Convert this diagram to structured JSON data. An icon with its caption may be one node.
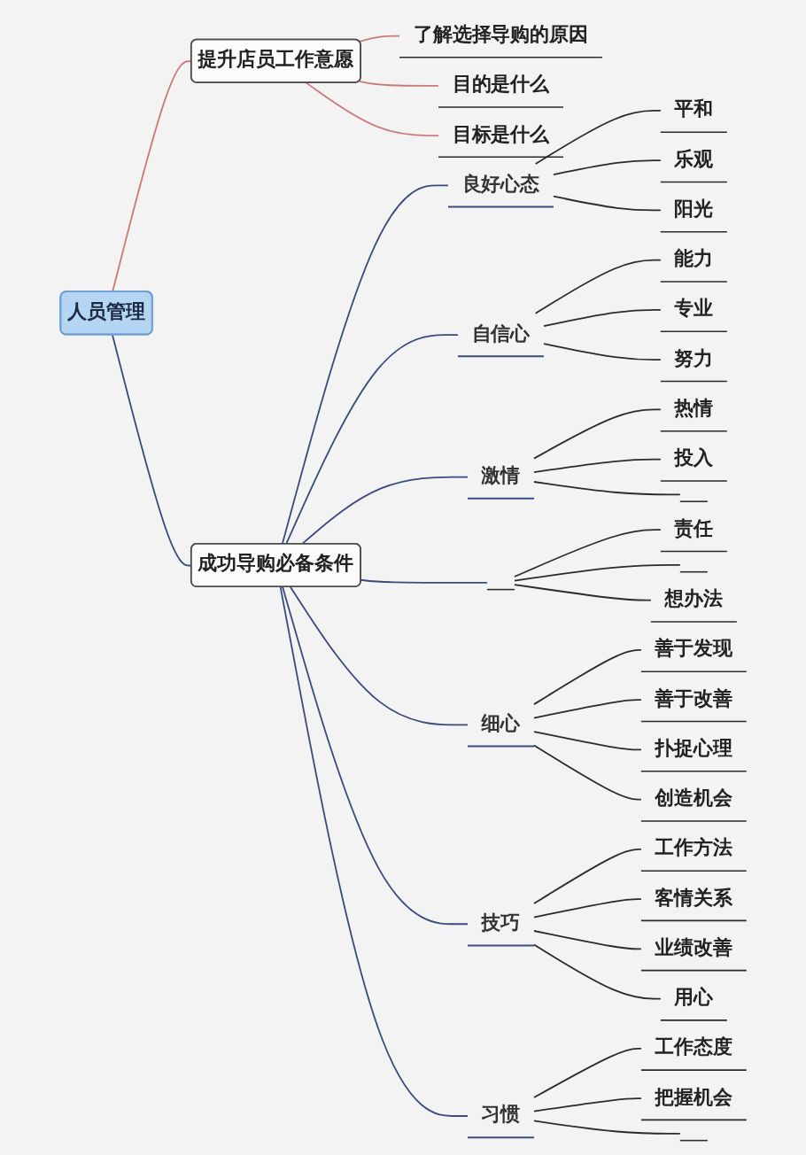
{
  "diagram": {
    "nodes": [
      {
        "text": [
          "人员管理"
        ]
      },
      {
        "text": [
          "提升店员工作意愿"
        ]
      },
      {
        "text": [
          "了解选择导购的原因"
        ]
      },
      {
        "text": [
          "目的是什么"
        ]
      },
      {
        "text": [
          "目标是什么"
        ]
      },
      {
        "text": [
          "成功导购必备条件"
        ]
      },
      {
        "text": [
          "良好心态"
        ]
      },
      {
        "text": [
          "平和"
        ]
      },
      {
        "text": [
          "乐观"
        ]
      },
      {
        "text": [
          "阳光"
        ]
      },
      {
        "text": [
          "自信心"
        ]
      },
      {
        "text": [
          "能力"
        ]
      },
      {
        "text": [
          "专业"
        ]
      },
      {
        "text": [
          "努力"
        ]
      },
      {
        "text": [
          "激情"
        ]
      },
      {
        "text": [
          "热情"
        ]
      },
      {
        "text": [
          "投入"
        ]
      },
      {
        "text": [],
        "shape": "bar"
      },
      {
        "text": [],
        "shape": "bar"
      },
      {
        "text": [
          "责任"
        ]
      },
      {
        "text": [],
        "shape": "bar"
      },
      {
        "text": [
          "想办法"
        ]
      },
      {
        "text": [
          "细心"
        ]
      },
      {
        "text": [
          "善于发现"
        ]
      },
      {
        "text": [
          "善于改善"
        ]
      },
      {
        "text": [
          "扑捉心理"
        ]
      },
      {
        "text": [
          "创造机会"
        ]
      },
      {
        "text": [
          "技巧"
        ]
      },
      {
        "text": [
          "工作方法"
        ]
      },
      {
        "text": [
          "客情关系"
        ]
      },
      {
        "text": [
          "业绩改善"
        ]
      },
      {
        "text": [
          "用心"
        ]
      },
      {
        "text": [
          "习惯"
        ]
      },
      {
        "text": [
          "工作态度"
        ]
      },
      {
        "text": [
          "把握机会"
        ]
      },
      {
        "text": [],
        "shape": "bar"
      }
    ],
    "edges": [
      {
        "from": 0,
        "to": 1,
        "arrow": "none",
        "color": "#c97b7b"
      },
      {
        "from": 1,
        "to": 2,
        "arrow": "none",
        "color": "#c97b7b"
      },
      {
        "from": 1,
        "to": 3,
        "arrow": "none",
        "color": "#c97b7b"
      },
      {
        "from": 1,
        "to": 4,
        "arrow": "none",
        "color": "#c97b7b"
      },
      {
        "from": 0,
        "to": 5,
        "arrow": "none",
        "color": "#3b4a7c"
      },
      {
        "from": 5,
        "to": 6,
        "arrow": "none",
        "color": "#3b4a7c"
      },
      {
        "from": 6,
        "to": 7,
        "arrow": "none"
      },
      {
        "from": 6,
        "to": 8,
        "arrow": "none"
      },
      {
        "from": 6,
        "to": 9,
        "arrow": "none"
      },
      {
        "from": 5,
        "to": 10,
        "arrow": "none",
        "color": "#3b4a7c"
      },
      {
        "from": 10,
        "to": 11,
        "arrow": "none"
      },
      {
        "from": 10,
        "to": 12,
        "arrow": "none"
      },
      {
        "from": 10,
        "to": 13,
        "arrow": "none"
      },
      {
        "from": 5,
        "to": 14,
        "arrow": "none",
        "color": "#3b4a7c"
      },
      {
        "from": 14,
        "to": 15,
        "arrow": "none"
      },
      {
        "from": 14,
        "to": 16,
        "arrow": "none"
      },
      {
        "from": 14,
        "to": 17,
        "arrow": "none"
      },
      {
        "from": 5,
        "to": 18,
        "arrow": "none",
        "color": "#3b4a7c"
      },
      {
        "from": 18,
        "to": 19,
        "arrow": "none"
      },
      {
        "from": 18,
        "to": 20,
        "arrow": "none"
      },
      {
        "from": 18,
        "to": 21,
        "arrow": "none"
      },
      {
        "from": 5,
        "to": 22,
        "arrow": "none",
        "color": "#3b4a7c"
      },
      {
        "from": 22,
        "to": 23,
        "arrow": "none"
      },
      {
        "from": 22,
        "to": 24,
        "arrow": "none"
      },
      {
        "from": 22,
        "to": 25,
        "arrow": "none"
      },
      {
        "from": 22,
        "to": 26,
        "arrow": "none"
      },
      {
        "from": 5,
        "to": 27,
        "arrow": "none",
        "color": "#3b4a7c"
      },
      {
        "from": 27,
        "to": 28,
        "arrow": "none"
      },
      {
        "from": 27,
        "to": 29,
        "arrow": "none"
      },
      {
        "from": 27,
        "to": 30,
        "arrow": "none"
      },
      {
        "from": 27,
        "to": 31,
        "arrow": "none"
      },
      {
        "from": 5,
        "to": 32,
        "arrow": "none",
        "color": "#3b4a7c"
      },
      {
        "from": 32,
        "to": 33,
        "arrow": "none"
      },
      {
        "from": 32,
        "to": 34,
        "arrow": "none"
      },
      {
        "from": 32,
        "to": 35,
        "arrow": "none"
      }
    ]
  }
}
